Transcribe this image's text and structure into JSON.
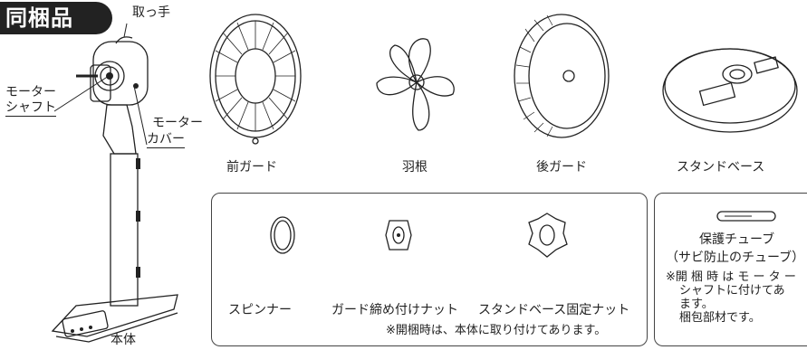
{
  "header": {
    "badge": "同梱品"
  },
  "fan_labels": {
    "handle": "取っ手",
    "motor_shaft_line1": "モーター",
    "motor_shaft_line2": "シャフト",
    "motor_cover_line1": "モーター",
    "motor_cover_line2": "カバー",
    "body": "本体"
  },
  "parts": {
    "front_guard": "前ガード",
    "blade": "羽根",
    "rear_guard": "後ガード",
    "stand_base": "スタンドベース"
  },
  "box1": {
    "spinner": "スピンナー",
    "guard_nut": "ガード締め付けナット",
    "base_nut": "スタンドベース固定ナット",
    "note": "※開梱時は、本体に取り付けてあります。"
  },
  "box2": {
    "title": "保護チューブ",
    "subtitle": "（サビ防止のチューブ）",
    "note_line1": "※開 梱 時 は モ ー タ ー",
    "note_line2": "シャフトに付けてあ",
    "note_line3": "ます。",
    "note_line4": "梱包部材です。"
  }
}
